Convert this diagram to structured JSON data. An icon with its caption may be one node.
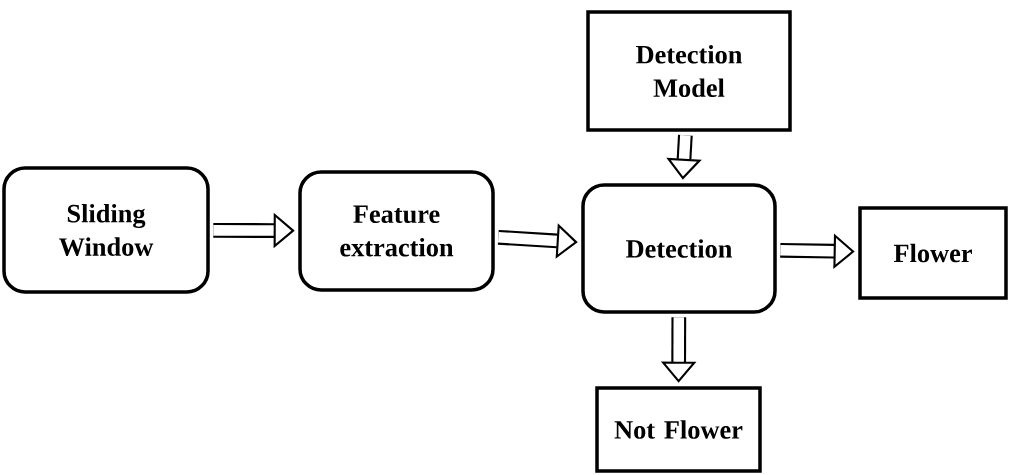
{
  "diagram": {
    "nodes": [
      {
        "text": [
          "Sliding Window"
        ]
      },
      {
        "text": [
          "Feature extraction"
        ]
      },
      {
        "text": [
          "Detection Model"
        ]
      },
      {
        "text": [
          "Detection"
        ]
      },
      {
        "text": [
          "Flower"
        ]
      },
      {
        "text": [
          "Not Flower"
        ]
      }
    ],
    "edges": [
      {
        "from": 0,
        "to": 1,
        "arrow": "to"
      },
      {
        "from": 1,
        "to": 3,
        "arrow": "to"
      },
      {
        "from": 2,
        "to": 3,
        "arrow": "to"
      },
      {
        "from": 3,
        "to": 4,
        "arrow": "to"
      },
      {
        "from": 3,
        "to": 5,
        "arrow": "to"
      }
    ]
  }
}
